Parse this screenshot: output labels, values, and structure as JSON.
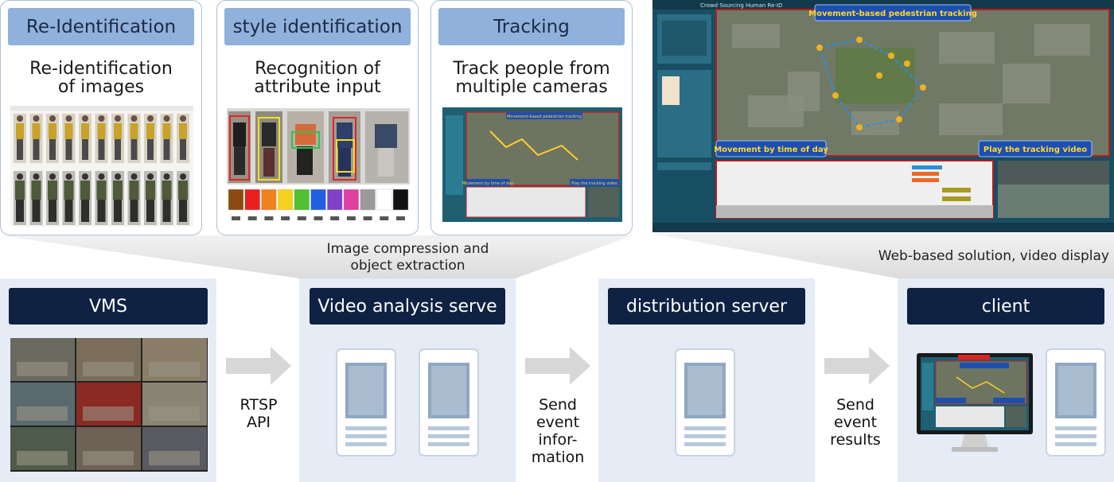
{
  "cards": [
    {
      "title": "Re-Identification",
      "desc": [
        "Re-identification",
        "of images"
      ]
    },
    {
      "title": "style identification",
      "desc": [
        "Recognition of",
        "attribute input"
      ]
    },
    {
      "title": "Tracking",
      "desc": [
        "Track people from",
        "multiple cameras"
      ]
    }
  ],
  "screenshot": {
    "app_title": "Crowd Sourcing Human Re-ID",
    "banner_top": "Movement-based pedestrian tracking",
    "banner_left": "Movement by time of day",
    "banner_right": "Play the tracking video"
  },
  "notes": {
    "compression": [
      "Image compression and",
      "object extraction"
    ],
    "web": "Web-based solution, video display"
  },
  "panels": {
    "vms": "VMS",
    "analysis": "Video analysis serve",
    "distribution": "distribution server",
    "client": "client"
  },
  "flows": {
    "rtsp": [
      "RTSP",
      "API"
    ],
    "send_info": [
      "Send",
      "event",
      "infor-",
      "mation"
    ],
    "send_results": [
      "Send",
      "event",
      "results"
    ]
  },
  "colors": {
    "card_border": "#aebfd8",
    "card_title_bg": "#8fb1dc",
    "panel_bg": "#e5ecf6",
    "panel_title_bg": "#0f2244",
    "banner_bg": "#1d4fb0",
    "banner_text": "#ffd633"
  }
}
